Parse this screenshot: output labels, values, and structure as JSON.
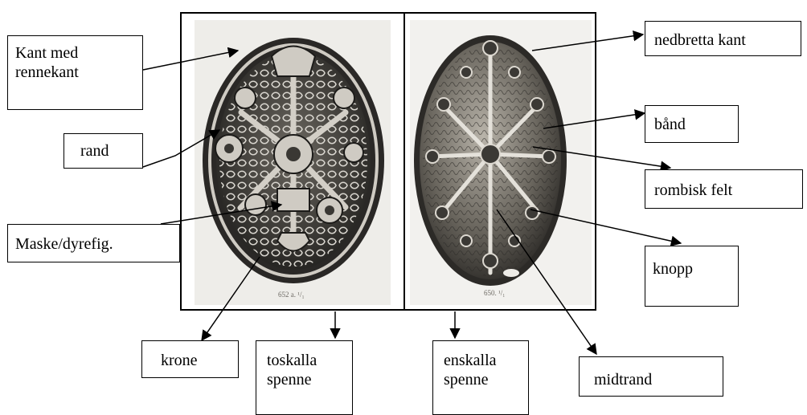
{
  "labels": {
    "kant_med_rennekant": "Kant med\nrennekant",
    "rand": "rand",
    "maske_dyrefig": "Maske/dyrefig.",
    "krone": "krone",
    "toskalla_spenne": "toskalla\nspenne",
    "enskalla_spenne": "enskalla\nspenne",
    "nedbretta_kant": "nedbretta kant",
    "band": "bånd",
    "rombisk_felt": "rombisk felt",
    "knopp": "knopp",
    "midtrand": "midtrand"
  },
  "figure_captions": {
    "left": "652 a.  ¹/₁",
    "right": "650.  ¹/₁"
  },
  "colors": {
    "ink": "#000000",
    "metal_dark": "#3a3834",
    "metal_mid": "#8a857c",
    "metal_light": "#d9d6cf",
    "plate_bg": "#f2f1ee"
  }
}
